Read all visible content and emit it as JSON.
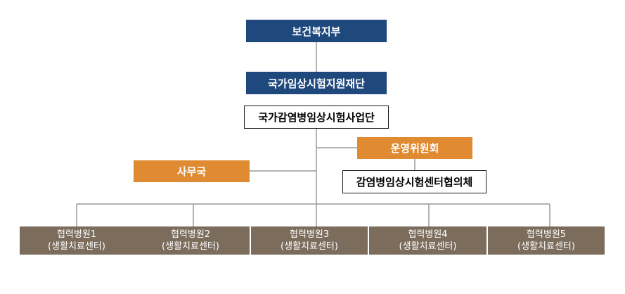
{
  "org": {
    "ministry": "보건복지부",
    "foundation": "국가임상시험지원재단",
    "project_group": "국가감염병임상시험사업단",
    "steering_committee": "운영위원회",
    "secretariat": "사무국",
    "council": "감염병임상시험센터협의체",
    "hospitals": [
      {
        "name": "협력병원1",
        "sub": "(생활치료센터)"
      },
      {
        "name": "협력병원2",
        "sub": "(생활치료센터)"
      },
      {
        "name": "협력병원3",
        "sub": "(생활치료센터)"
      },
      {
        "name": "협력병원4",
        "sub": "(생활치료센터)"
      },
      {
        "name": "협력병원5",
        "sub": "(생활치료센터)"
      }
    ]
  },
  "colors": {
    "navy": "#1f497d",
    "orange": "#e08a32",
    "brown": "#7b6c5c",
    "line": "#9a9a9a"
  }
}
